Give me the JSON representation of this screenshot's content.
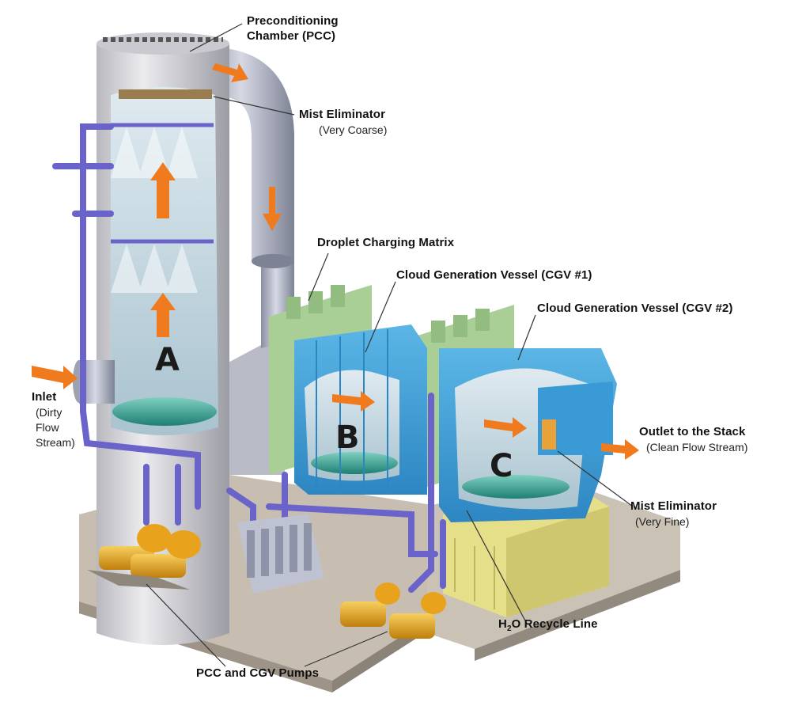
{
  "labels": {
    "pcc_line1": "Preconditioning",
    "pcc_line2": "Chamber (PCC)",
    "mist_top_title": "Mist Eliminator",
    "mist_top_sub": "(Very Coarse)",
    "droplet": "Droplet Charging Matrix",
    "cgv1": "Cloud Generation Vessel (CGV #1)",
    "cgv2": "Cloud Generation Vessel (CGV #2)",
    "inlet_title": "Inlet",
    "inlet_sub1": "(Dirty",
    "inlet_sub2": "Flow",
    "inlet_sub3": "Stream)",
    "outlet_title": "Outlet to the Stack",
    "outlet_sub": "(Clean Flow Stream)",
    "mist_bottom_title": "Mist Eliminator",
    "mist_bottom_sub": "(Very Fine)",
    "recycle_pre": "H",
    "recycle_sub": "2",
    "recycle_post": "O Recycle Line",
    "pumps": "PCC and CGV Pumps"
  },
  "stage_letters": {
    "a": "A",
    "b": "B",
    "c": "C"
  },
  "colors": {
    "arrow": "#f07a1e",
    "pipe": "#6a63c9",
    "vessel_blue": "#3f9fd6",
    "matrix_green": "#a9cf96",
    "tower_grey": "#d8d8dc",
    "base_concrete": "#c9bfb2",
    "tank_yellow": "#e6df8a",
    "pump_gold": "#e8a21c",
    "water": "#3a9f8e"
  }
}
